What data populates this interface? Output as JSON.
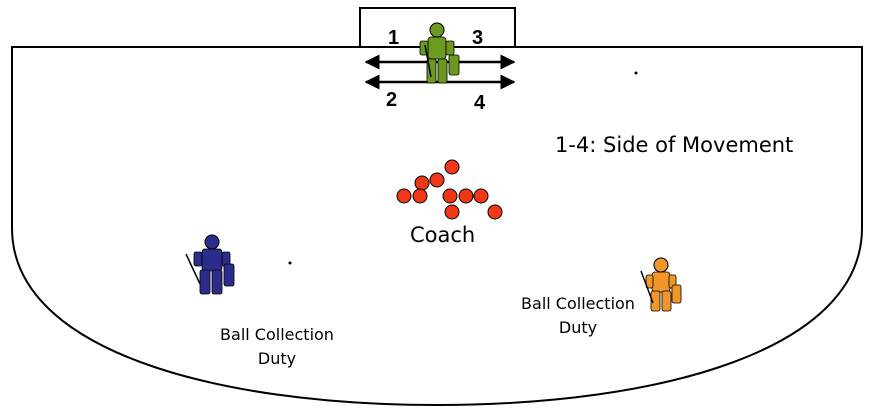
{
  "goal_numbers": {
    "n1": "1",
    "n2": "2",
    "n3": "3",
    "n4": "4"
  },
  "legend": "1-4: Side of Movement",
  "coach_label": "Coach",
  "left_duty_label": {
    "line1": "Ball Collection",
    "line2": "Duty"
  },
  "right_duty_label": {
    "line1": "Ball Collection",
    "line2": "Duty"
  },
  "colors": {
    "goalkeeper_center": "#6b9a1e",
    "goalkeeper_left": "#2c2c8c",
    "goalkeeper_right": "#f0962a",
    "balls": "#f03818",
    "lines": "#000000"
  },
  "icons": {
    "goalkeeper_center": "goalkeeper-figure-icon",
    "goalkeeper_left": "goalkeeper-figure-icon",
    "goalkeeper_right": "goalkeeper-figure-icon",
    "ball": "ball-icon"
  }
}
